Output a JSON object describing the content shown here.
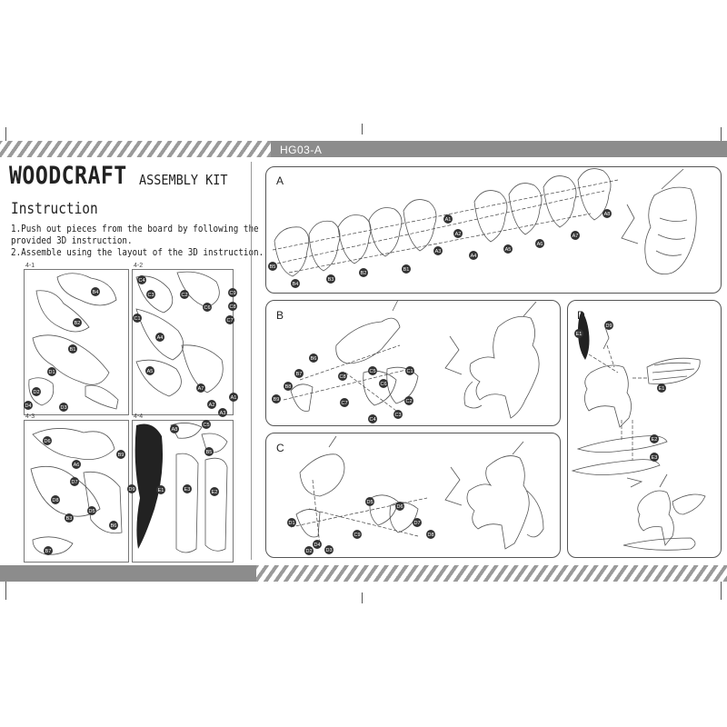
{
  "header": {
    "model_code": "HG03-A",
    "title": "WOODCRAFT",
    "subtitle": "ASSEMBLY KIT"
  },
  "instructions": {
    "heading": "Instruction",
    "steps": [
      "1.Push out pieces from the board by following the",
      "provided 3D instruction.",
      "2.Assemble using the layout of the 3D instruction."
    ]
  },
  "sheets": [
    {
      "label": "4-1",
      "parts": [
        "B4",
        "B2",
        "B1",
        "D1",
        "D2",
        "D3",
        "D4"
      ]
    },
    {
      "label": "4-2",
      "parts": [
        "C4",
        "C3",
        "C2",
        "C1",
        "A4",
        "A5",
        "A7",
        "A2",
        "A1",
        "A3",
        "C9",
        "C8",
        "C7",
        "C6"
      ]
    },
    {
      "label": "4-3",
      "parts": [
        "D6",
        "A6",
        "D7",
        "D8",
        "B3",
        "D5",
        "B7",
        "B6",
        "B9"
      ]
    },
    {
      "label": "4-4",
      "parts": [
        "A8",
        "C5",
        "B5",
        "E1",
        "E3",
        "E2",
        "D9"
      ]
    }
  ],
  "steps": [
    {
      "label": "A",
      "parts": [
        "A1",
        "A2",
        "A3",
        "A4",
        "A5",
        "A6",
        "A7",
        "A8",
        "B1",
        "B2",
        "B3",
        "B4",
        "B5"
      ]
    },
    {
      "label": "B",
      "parts": [
        "B6",
        "B7",
        "B8",
        "B9",
        "C1",
        "C2",
        "C3",
        "C4",
        "C5",
        "C6",
        "C7",
        "C8"
      ]
    },
    {
      "label": "C",
      "parts": [
        "D1",
        "D2",
        "D3",
        "D4",
        "D5",
        "D6",
        "D7",
        "D8",
        "C9"
      ]
    },
    {
      "label": "D",
      "parts": [
        "E1",
        "D9",
        "E1",
        "E2",
        "E3"
      ]
    }
  ]
}
